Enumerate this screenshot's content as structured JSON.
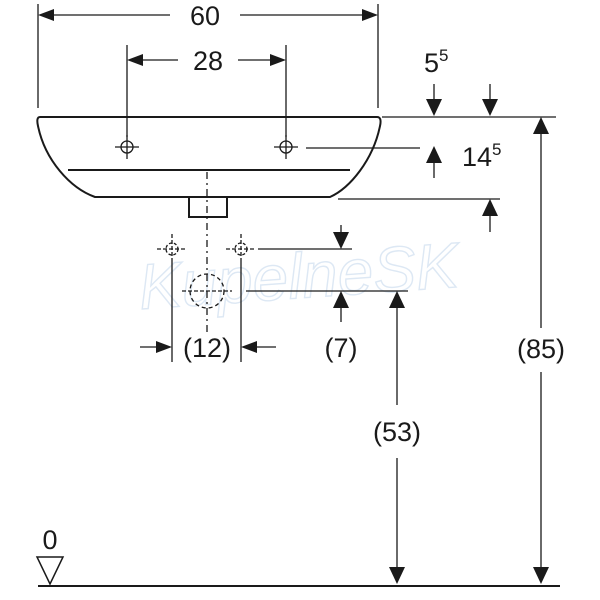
{
  "watermark": "KupelneSK",
  "dimensions": {
    "overall_width": "60",
    "tap_hole_spacing": "28",
    "rim_offset": {
      "base": "5",
      "sup": "5"
    },
    "tap_hole_depth": {
      "base": "14",
      "sup": "5"
    },
    "pipe_spacing": "(12)",
    "waste_offset": "(7)",
    "waste_height": "(53)",
    "rim_height": "(85)",
    "floor_level": "0"
  }
}
